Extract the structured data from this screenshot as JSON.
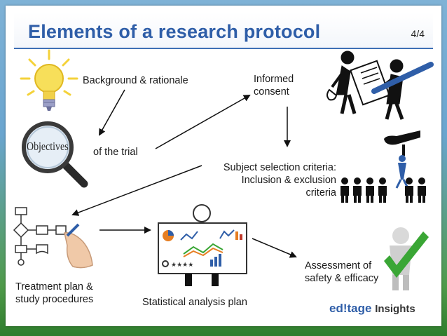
{
  "slide": {
    "title": "Elements of a research protocol",
    "page": "4/4"
  },
  "labels": {
    "background": "Background & rationale",
    "objectives_word": "Objectives",
    "of_trial": "of the trial",
    "informed_1": "Informed",
    "informed_2": "consent",
    "subject_1": "Subject selection criteria:",
    "subject_2": "Inclusion & exclusion",
    "subject_3": "criteria",
    "treatment_1": "Treatment plan &",
    "treatment_2": "study procedures",
    "statistical": "Statistical analysis plan",
    "assessment_1": "Assessment of",
    "assessment_2": "safety & efficacy"
  },
  "logo": {
    "brand": "ed!tage",
    "suffix": "Insights"
  },
  "icons": [
    "lightbulb-icon",
    "magnifier-icon",
    "contract-signing-icon",
    "hand-picking-person-icon",
    "flowchart-hand-icon",
    "analysis-board-icon",
    "checkmark-person-icon"
  ],
  "colors": {
    "title": "#2f5ea8",
    "accent_green": "#3aa635",
    "bulb_yellow": "#f4d23a"
  }
}
